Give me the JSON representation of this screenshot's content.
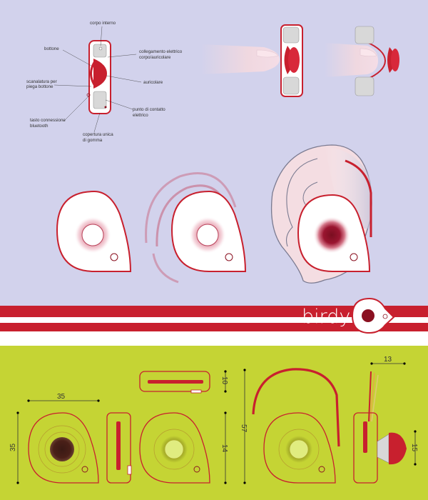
{
  "labels": {
    "corpo_interno": "corpo interno",
    "bottone": "bottone",
    "collegamento_1": "collegamento elettrico",
    "collegamento_2": "corpo/auricolare",
    "scanalatura_1": "scanalatura per",
    "scanalatura_2": "piega bottone",
    "auricolare": "auricolare",
    "tasto_1": "tasto connessione",
    "tasto_2": "bluetooth",
    "punto_1": "punto di contatto",
    "punto_2": "elettrico",
    "copertura_1": "copertura unica",
    "copertura_2": "di gomma"
  },
  "brand": {
    "name": "birdy"
  },
  "dimensions": {
    "width_front": "35",
    "height_front": "35",
    "top_thickness": "10",
    "hook_height": "57",
    "inner_height": "14",
    "tip_offset": "13",
    "tip_height": "15"
  },
  "colors": {
    "lavender": "#d2d2ec",
    "red": "#c8202e",
    "dark_red": "#8a1020",
    "lime": "#c5d434",
    "grey_block": "#d8d8d8"
  }
}
